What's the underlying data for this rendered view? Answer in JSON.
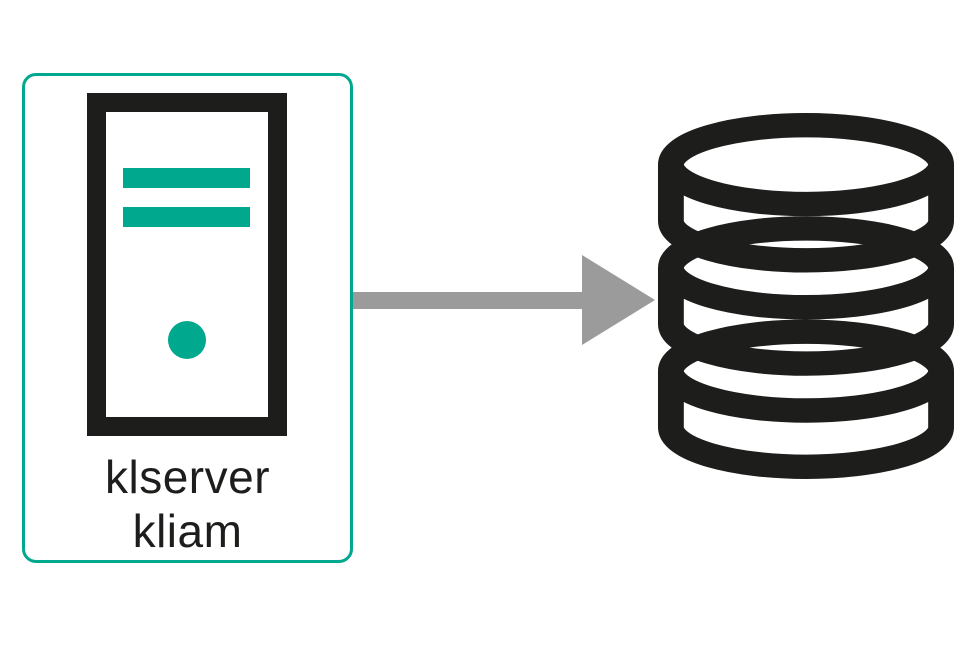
{
  "diagram": {
    "colors": {
      "accent": "#00a88e",
      "icon": "#1d1d1b",
      "arrow": "#9b9b9b",
      "background": "#ffffff"
    },
    "server_node": {
      "icon": "server-tower-icon",
      "label_line1": "klserver",
      "label_line2": "kliam"
    },
    "connector": {
      "type": "arrow",
      "direction": "right"
    },
    "database_node": {
      "icon": "database-icon"
    }
  }
}
